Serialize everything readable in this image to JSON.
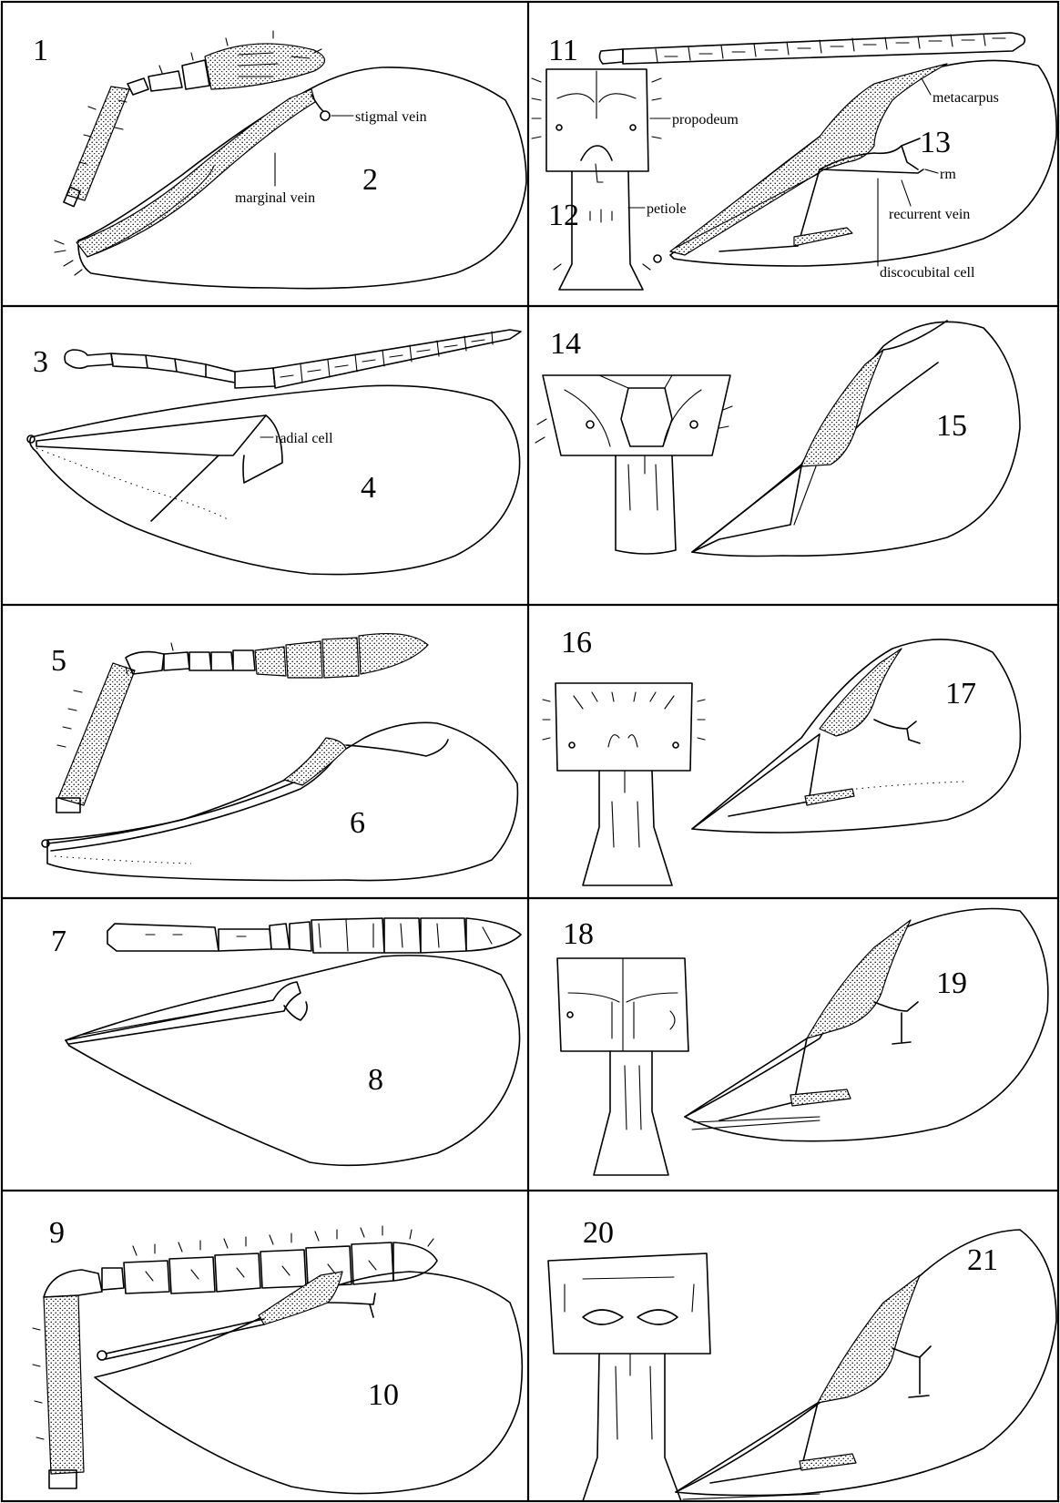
{
  "panels": [
    {
      "id": "a",
      "numbers": [
        "1",
        "2"
      ]
    },
    {
      "id": "b",
      "numbers": [
        "11",
        "12",
        "13"
      ]
    },
    {
      "id": "c",
      "numbers": [
        "3",
        "4"
      ]
    },
    {
      "id": "d",
      "numbers": [
        "14",
        "15"
      ]
    },
    {
      "id": "e",
      "numbers": [
        "5",
        "6"
      ]
    },
    {
      "id": "f",
      "numbers": [
        "16",
        "17"
      ]
    },
    {
      "id": "g",
      "numbers": [
        "7",
        "8"
      ]
    },
    {
      "id": "h",
      "numbers": [
        "18",
        "19"
      ]
    },
    {
      "id": "i",
      "numbers": [
        "9",
        "10"
      ]
    },
    {
      "id": "j",
      "numbers": [
        "20",
        "21"
      ]
    }
  ],
  "labels": {
    "stigmal_vein": "stigmal vein",
    "marginal_vein": "marginal vein",
    "propodeum": "propodeum",
    "metacarpus": "metacarpus",
    "petiole": "petiole",
    "rm": "rm",
    "recurrent_vein": "recurrent vein",
    "discocubital_cell": "discocubital cell",
    "radial_cell": "radial cell"
  },
  "colors": {
    "ink": "#000000",
    "paper": "#ffffff"
  }
}
